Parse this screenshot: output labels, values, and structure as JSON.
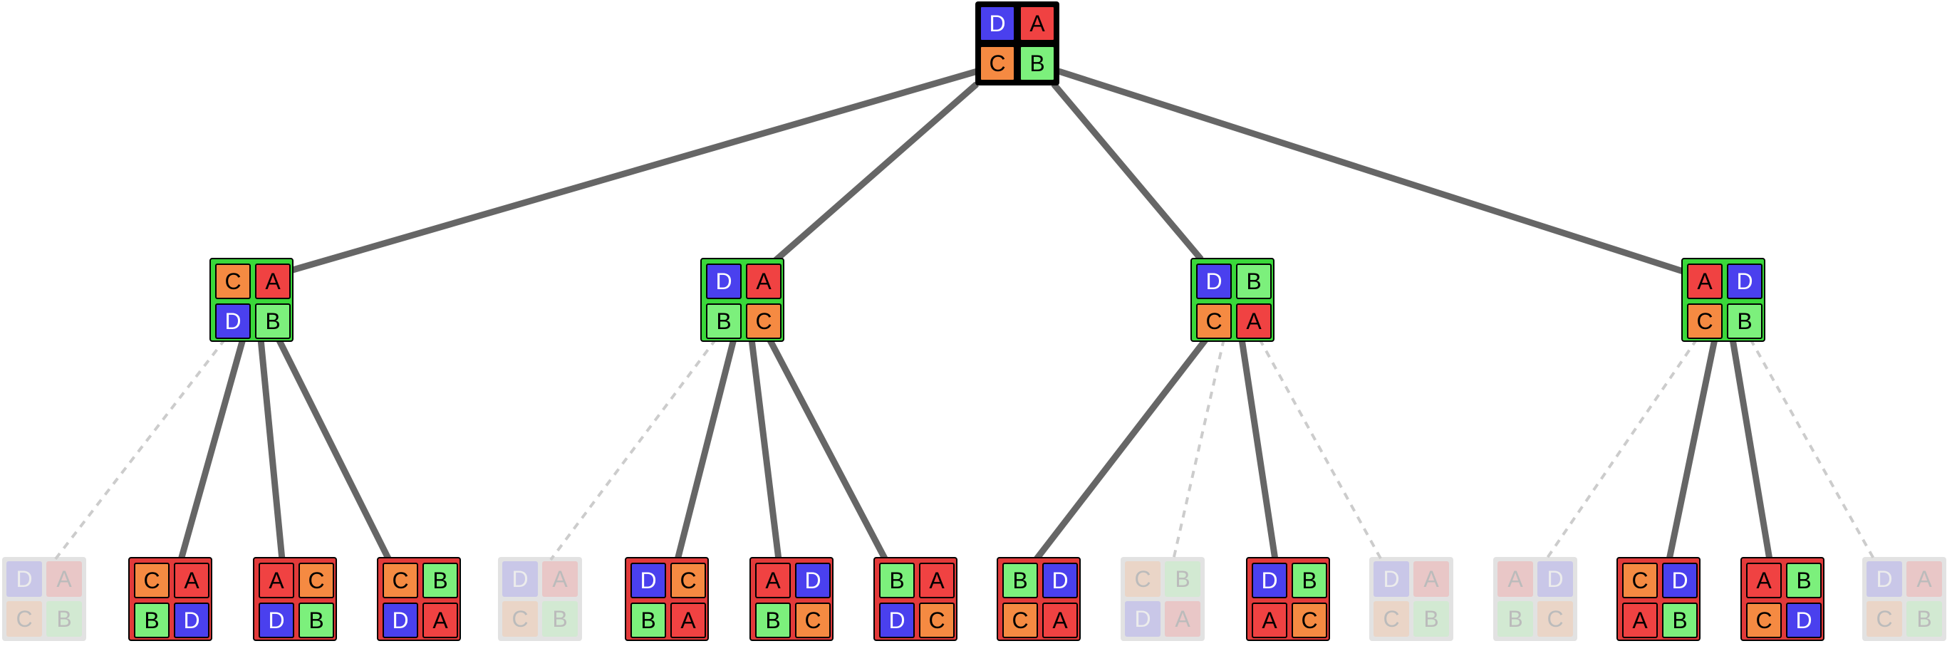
{
  "colors": {
    "A": "#f04242",
    "B": "#7cf07c",
    "C": "#f58a42",
    "D": "#4a40ee",
    "edge": "#666666",
    "edge_faded": "#cccccc",
    "root_frame": "#000000",
    "level1_frame": "#3ad83a",
    "leaf_frame": "#e23a3a",
    "faded_frame": "#cccccc"
  },
  "tree": {
    "root": {
      "id": "root",
      "grid": [
        "D",
        "A",
        "C",
        "B"
      ],
      "children": [
        {
          "id": "n1",
          "grid": [
            "C",
            "A",
            "D",
            "B"
          ],
          "children": [
            {
              "id": "n1-0",
              "grid": [
                "D",
                "A",
                "C",
                "B"
              ],
              "faded": true
            },
            {
              "id": "n1-1",
              "grid": [
                "C",
                "A",
                "B",
                "D"
              ]
            },
            {
              "id": "n1-2",
              "grid": [
                "A",
                "C",
                "D",
                "B"
              ]
            },
            {
              "id": "n1-3",
              "grid": [
                "C",
                "B",
                "D",
                "A"
              ]
            }
          ]
        },
        {
          "id": "n2",
          "grid": [
            "D",
            "A",
            "B",
            "C"
          ],
          "children": [
            {
              "id": "n2-0",
              "grid": [
                "D",
                "A",
                "C",
                "B"
              ],
              "faded": true
            },
            {
              "id": "n2-1",
              "grid": [
                "D",
                "C",
                "B",
                "A"
              ]
            },
            {
              "id": "n2-2",
              "grid": [
                "A",
                "D",
                "B",
                "C"
              ]
            },
            {
              "id": "n2-3",
              "grid": [
                "B",
                "A",
                "D",
                "C"
              ]
            }
          ]
        },
        {
          "id": "n3",
          "grid": [
            "D",
            "B",
            "C",
            "A"
          ],
          "children": [
            {
              "id": "n3-0",
              "grid": [
                "B",
                "D",
                "C",
                "A"
              ]
            },
            {
              "id": "n3-1",
              "grid": [
                "C",
                "B",
                "D",
                "A"
              ],
              "faded": true
            },
            {
              "id": "n3-2",
              "grid": [
                "D",
                "B",
                "A",
                "C"
              ]
            },
            {
              "id": "n3-3",
              "grid": [
                "D",
                "A",
                "C",
                "B"
              ],
              "faded": true
            }
          ]
        },
        {
          "id": "n4",
          "grid": [
            "A",
            "D",
            "C",
            "B"
          ],
          "children": [
            {
              "id": "n4-0",
              "grid": [
                "A",
                "D",
                "B",
                "C"
              ],
              "faded": true
            },
            {
              "id": "n4-1",
              "grid": [
                "C",
                "D",
                "A",
                "B"
              ]
            },
            {
              "id": "n4-2",
              "grid": [
                "A",
                "B",
                "C",
                "D"
              ]
            },
            {
              "id": "n4-3",
              "grid": [
                "D",
                "A",
                "C",
                "B"
              ],
              "faded": true
            }
          ]
        }
      ]
    }
  }
}
